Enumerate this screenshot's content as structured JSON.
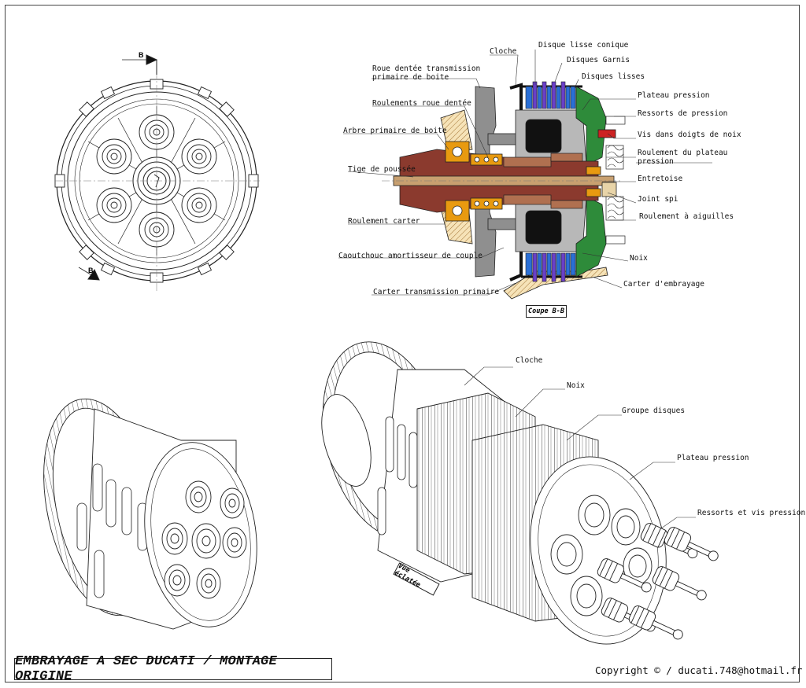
{
  "title": "EMBRAYAGE A SEC DUCATI / MONTAGE ORIGINE",
  "copyright": "Copyright © / ducati.748@hotmail.fr",
  "section_mark": "B",
  "coupe_label": "Coupe B-B",
  "vue_label": "Vue éclatée",
  "section_labels": {
    "cloche": "Cloche",
    "disque_lisse_conique": "Disque lisse conique",
    "disques_garnis": "Disques Garnis",
    "disques_lisses": "Disques lisses",
    "plateau_pression": "Plateau pression",
    "ressorts_pression": "Ressorts de pression",
    "vis_doigts": "Vis dans doigts de noix",
    "roulement_plateau_1": "Roulement du plateau",
    "roulement_plateau_2": "pression",
    "entretoise": "Entretoise",
    "joint_spi": "Joint spi",
    "roulement_aiguilles": "Roulement à aiguilles",
    "noix": "Noix",
    "carter_embrayage": "Carter d'embrayage",
    "roue_dentee_1": "Roue dentée transmission",
    "roue_dentee_2": "primaire de boite",
    "roulements_roue": "Roulements roue dentée",
    "arbre_primaire": "Arbre primaire de boite",
    "tige_poussee": "Tige de poussée",
    "roulement_carter": "Roulement carter",
    "caoutchouc": "Caoutchouc amortisseur de couple",
    "carter_transmission": "Carter transmission primaire"
  },
  "exploded_labels": {
    "cloche": "Cloche",
    "noix": "Noix",
    "groupe_disques": "Groupe disques",
    "plateau_pression": "Plateau pression",
    "ressorts_vis": "Ressorts et vis pression"
  },
  "colors": {
    "garnis": "#6a3fc8",
    "lisses": "#2a6fd6",
    "plateau": "#2e8b3a",
    "arbre": "#8b3a2e",
    "tige": "#c8a070",
    "roulement": "#e89a10",
    "bronze": "#b07050",
    "grey": "#9a9a9a",
    "hatch": "#d8b070"
  }
}
